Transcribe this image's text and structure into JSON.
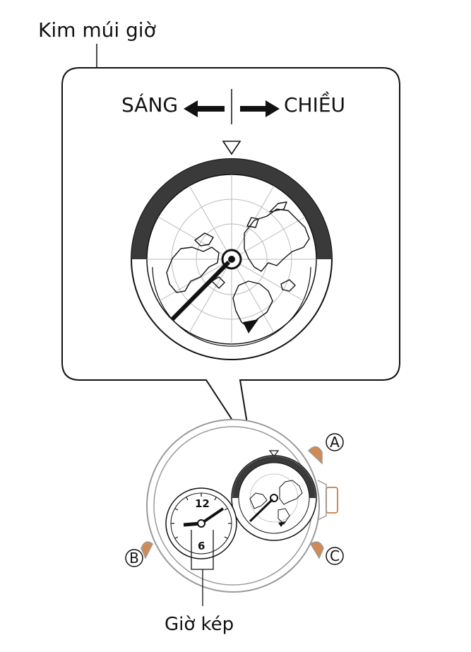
{
  "labels": {
    "hour_hand": "Kim múi giờ",
    "dual_time": "Giờ kép",
    "am": "SÁNG",
    "pm": "CHIỀU"
  },
  "buttons": {
    "a": "A",
    "b": "B",
    "c": "C"
  },
  "dial": {
    "twelve": "12",
    "six": "6"
  },
  "colors": {
    "ink": "#111111",
    "night_band": "#3a3a3a",
    "case_gray": "#9a9a9a",
    "crown_orange": "#d28a55"
  },
  "icons": {
    "am_arrow": "arrow-left-icon",
    "pm_arrow": "arrow-right-icon",
    "top_marker": "triangle-down-outline-icon",
    "bottom_marker": "triangle-down-filled-icon"
  }
}
